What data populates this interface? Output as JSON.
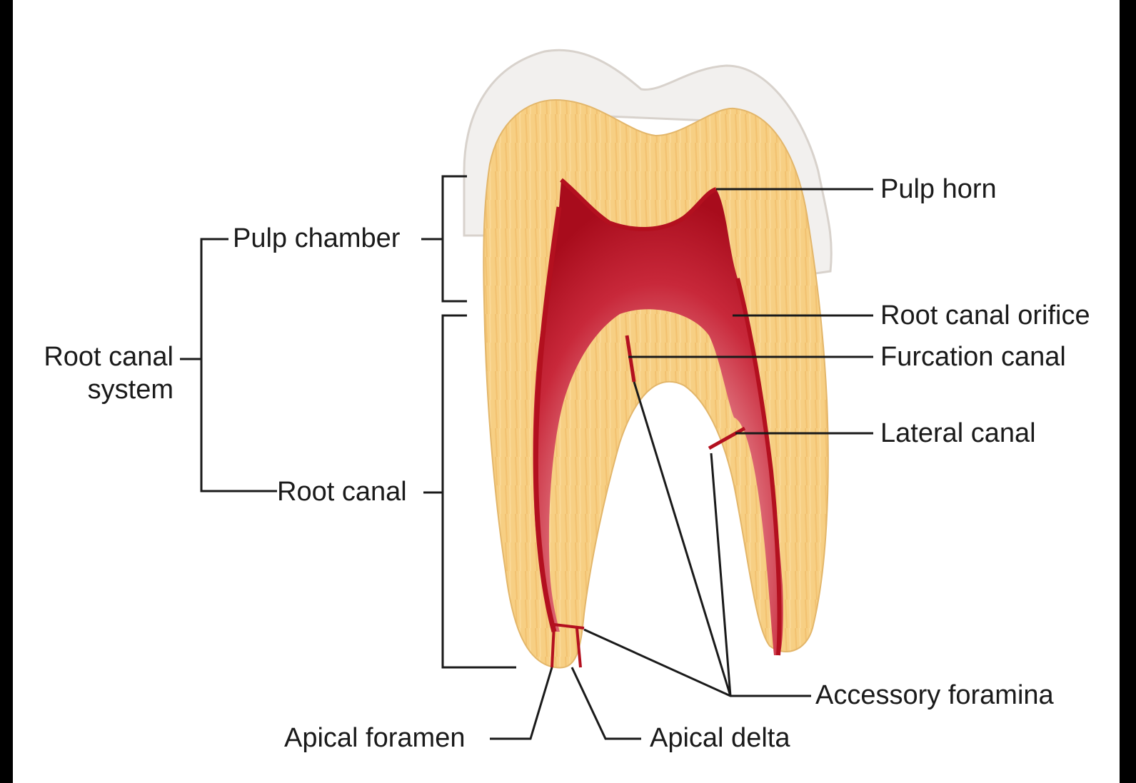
{
  "labels": {
    "root_canal_system": "Root canal\nsystem",
    "pulp_chamber": "Pulp chamber",
    "root_canal": "Root canal",
    "pulp_horn": "Pulp horn",
    "root_canal_orifice": "Root canal orifice",
    "furcation_canal": "Furcation canal",
    "lateral_canal": "Lateral canal",
    "accessory_foramina": "Accessory foramina",
    "apical_foramen": "Apical foramen",
    "apical_delta": "Apical delta"
  },
  "colors": {
    "enamel": "#f2f0ee",
    "dentin": "#f7cf83",
    "pulp_dark": "#b3101f",
    "pulp_light": "#fbe3e3",
    "leader_line": "#1a1a1a",
    "frame": "#000000"
  }
}
